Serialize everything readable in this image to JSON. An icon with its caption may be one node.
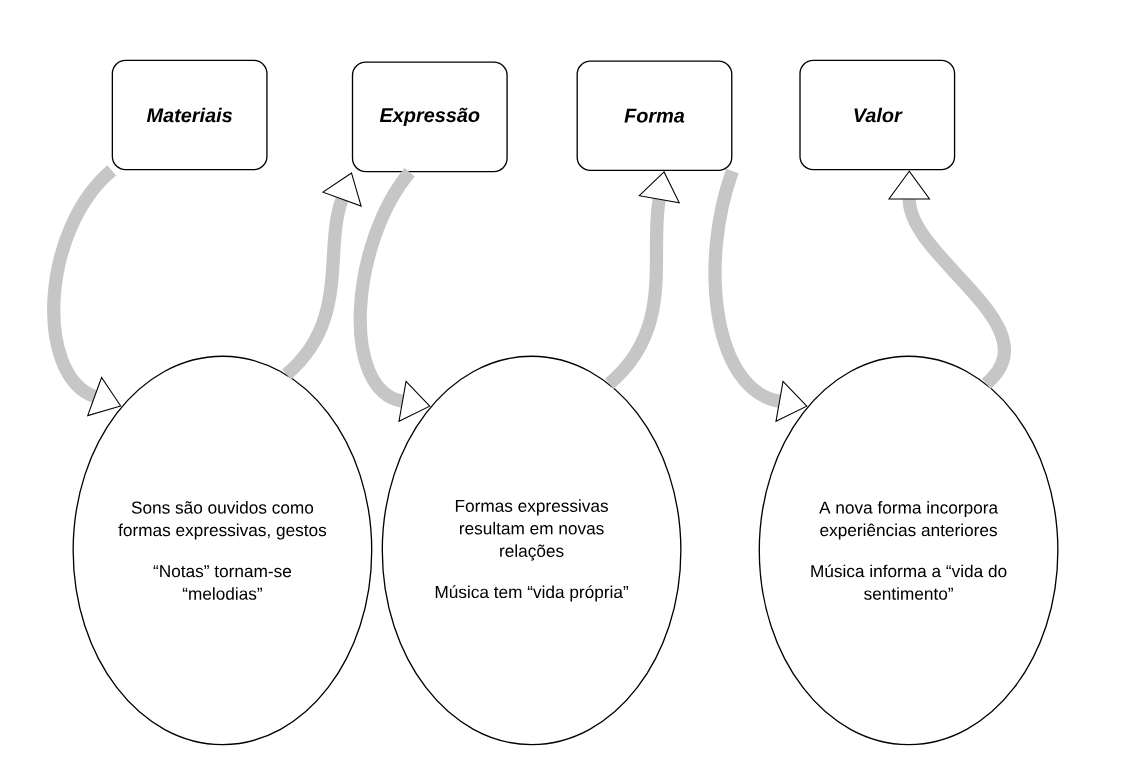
{
  "diagram": {
    "nodes": [
      {
        "text": [
          "Materiais"
        ]
      },
      {
        "text": [
          "Expressão"
        ]
      },
      {
        "text": [
          "Forma"
        ]
      },
      {
        "text": [
          "Valor"
        ]
      },
      {
        "text": [
          "Sons são ouvidos como formas expressivas, gestos",
          "“Notas” tornam-se “melodias”"
        ]
      },
      {
        "text": [
          "Formas expressivas resultam em novas relações",
          "Música tem “vida própria”"
        ]
      },
      {
        "text": [
          "A nova forma incorpora experiências anteriores",
          "Música informa a “vida do sentimento”"
        ]
      }
    ],
    "edges": [
      {
        "from": 0,
        "to": 4,
        "arrow": "to"
      },
      {
        "from": 4,
        "to": 1,
        "arrow": "to"
      },
      {
        "from": 1,
        "to": 5,
        "arrow": "to"
      },
      {
        "from": 5,
        "to": 2,
        "arrow": "to"
      },
      {
        "from": 2,
        "to": 6,
        "arrow": "to"
      },
      {
        "from": 6,
        "to": 3,
        "arrow": "to"
      }
    ]
  }
}
